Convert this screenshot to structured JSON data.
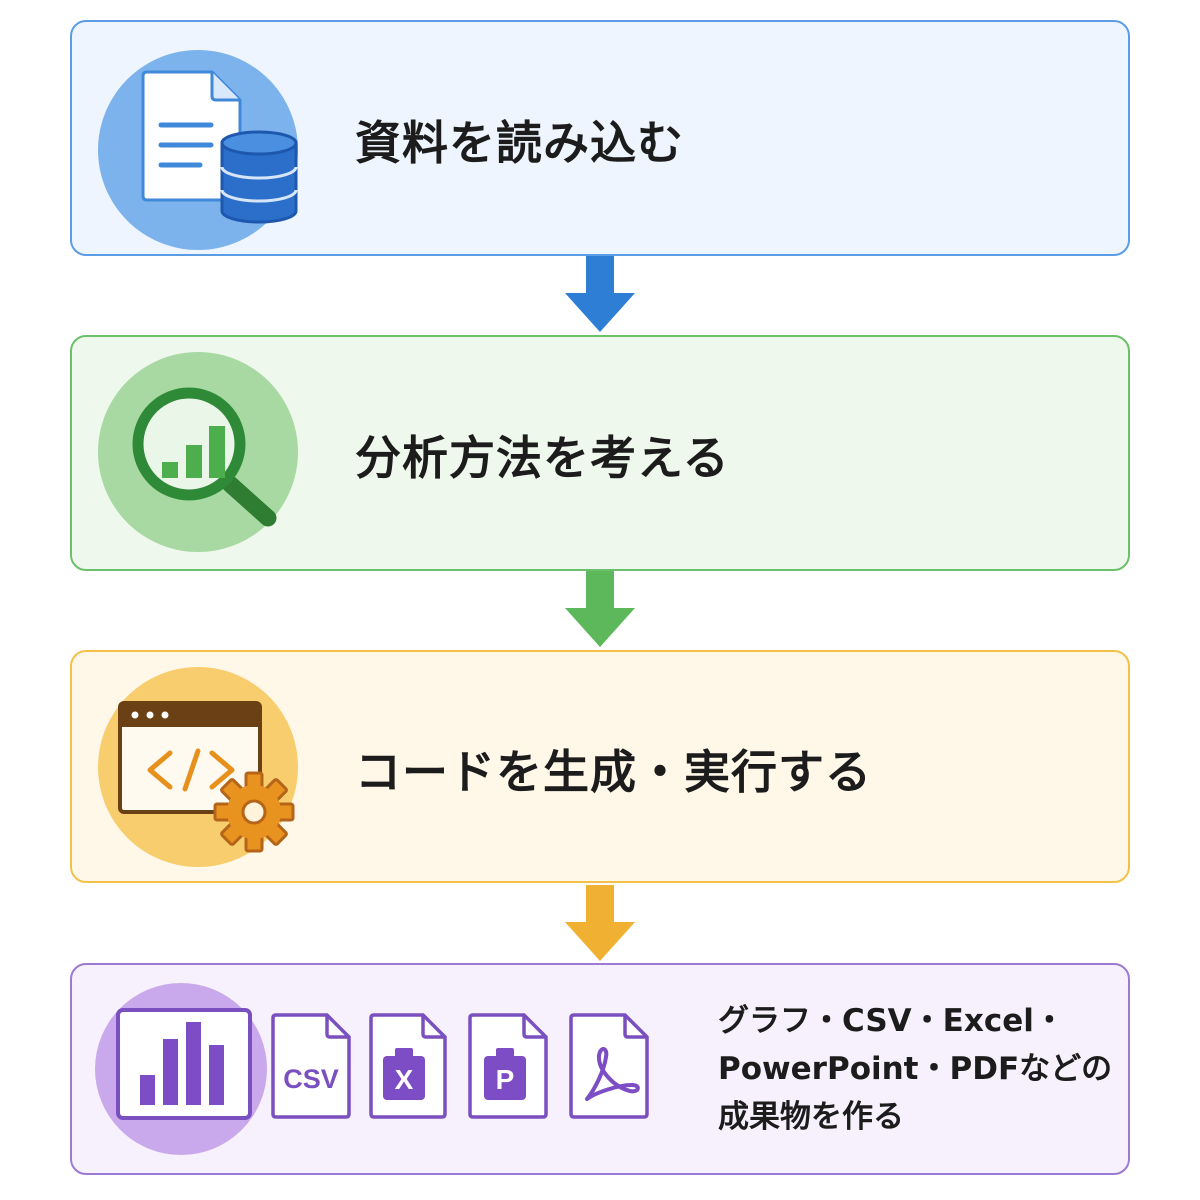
{
  "steps": [
    {
      "label": "資料を読み込む",
      "icon": "document-database-icon",
      "colors": {
        "border": "#5b9de4",
        "background": "#eef5fe",
        "circle": "#7db3ec",
        "arrow": "#2e7ed6"
      }
    },
    {
      "label": "分析方法を考える",
      "icon": "magnifier-chart-icon",
      "colors": {
        "border": "#6cc06a",
        "background": "#eff8ed",
        "circle": "#a8d9a3",
        "arrow": "#5cb85a"
      }
    },
    {
      "label": "コードを生成・実行する",
      "icon": "code-window-gear-icon",
      "colors": {
        "border": "#f3c14a",
        "background": "#fff8e9",
        "circle": "#f8cd6d",
        "arrow": "#f0b132"
      }
    },
    {
      "label_lines": [
        "グラフ・CSV・Excel・",
        "PowerPoint・PDFなどの",
        "成果物を作る"
      ],
      "icon": "bar-chart-icon",
      "colors": {
        "border": "#9c7ad3",
        "background": "#f6f1fd",
        "circle": "#c9a9ec"
      },
      "file_icons": [
        {
          "icon": "csv-file-icon",
          "text": "CSV"
        },
        {
          "icon": "excel-file-icon",
          "text": "X"
        },
        {
          "icon": "powerpoint-file-icon",
          "text": "P"
        },
        {
          "icon": "pdf-file-icon"
        }
      ]
    }
  ]
}
